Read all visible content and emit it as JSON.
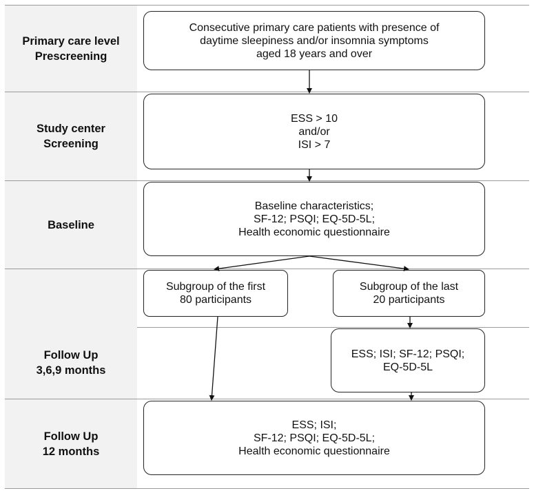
{
  "stages": {
    "prescreening": [
      "Primary care level",
      "Prescreening"
    ],
    "screening": [
      "Study center",
      "Screening"
    ],
    "baseline": [
      "Baseline"
    ],
    "followup_369": [
      "Follow Up",
      "3,6,9 months"
    ],
    "followup_12": [
      "Follow Up",
      "12 months"
    ]
  },
  "boxes": {
    "prescreening": [
      "Consecutive primary care patients with presence of",
      "daytime sleepiness and/or insomnia symptoms",
      "aged 18 years and over"
    ],
    "screening": [
      "ESS > 10",
      "and/or",
      "ISI > 7"
    ],
    "baseline": [
      "Baseline characteristics;",
      "SF-12; PSQI; EQ-5D-5L;",
      "Health economic questionnaire"
    ],
    "subgroup_first": [
      "Subgroup of the first",
      "80 participants"
    ],
    "subgroup_last": [
      "Subgroup of the last",
      "20 participants"
    ],
    "followup_369": [
      "ESS; ISI; SF-12; PSQI;",
      "EQ-5D-5L"
    ],
    "followup_12": [
      "ESS; ISI;",
      "SF-12; PSQI; EQ-5D-5L;",
      "Health economic questionnaire"
    ]
  }
}
